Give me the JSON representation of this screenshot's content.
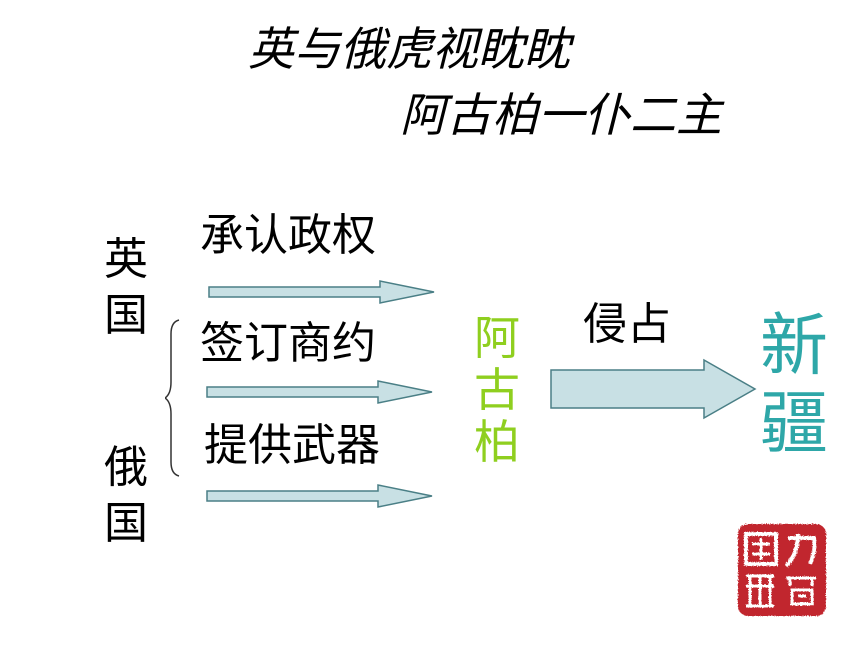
{
  "title": {
    "line1": "英与俄虎视眈眈",
    "line2": "阿古柏一仆二主"
  },
  "left": {
    "britain": "英国",
    "russia": "俄国"
  },
  "actions": [
    "承认政权",
    "签订商约",
    "提供武器"
  ],
  "target": {
    "agubo": "阿古柏",
    "invade_label": "侵占",
    "xinjiang": "新疆"
  },
  "colors": {
    "arrow_fill": "#c8e0e4",
    "arrow_stroke": "#4a7f86",
    "agubo": "#8fcf1f",
    "xinjiang": "#2ea7a8",
    "seal": "#c1272d"
  },
  "seal": {
    "chars": "国史乃宏"
  }
}
